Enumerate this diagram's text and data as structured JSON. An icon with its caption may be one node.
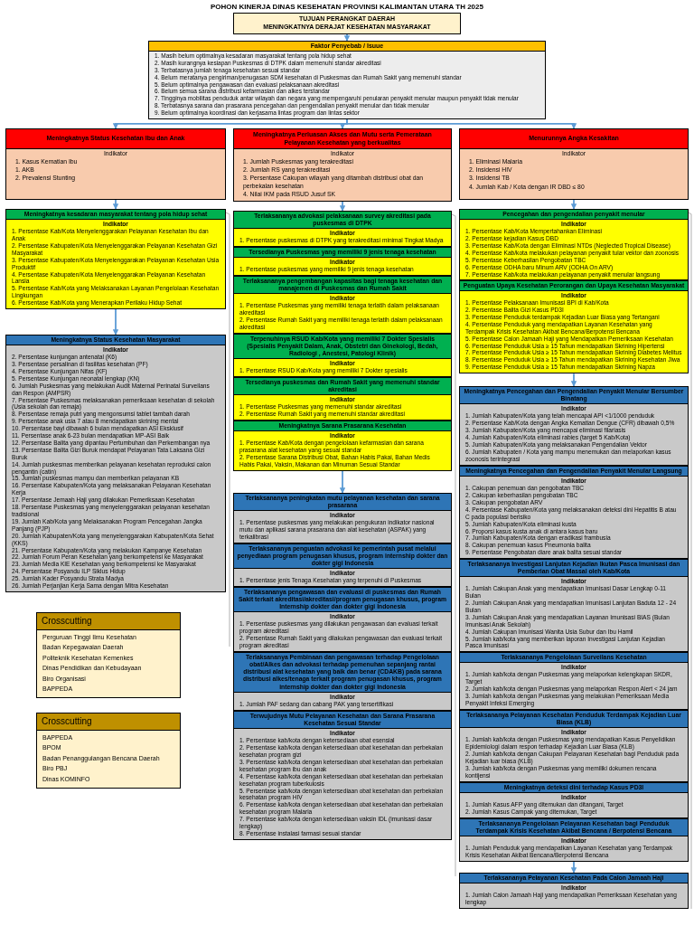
{
  "diagram": {
    "title": "POHON KINERJA DINAS KESEHATAN PROVINSI KALIMANTAN UTARA TH 2025",
    "nodes": [
      {
        "text": [
          "TUJUAN PERANGKAT DAERAH",
          "MENINGKATNYA DERAJAT KESEHATAN MASYARAKAT"
        ]
      },
      {
        "text": [
          "Faktor Penyebab / Isuue",
          "1. Masih belum optimalnya kesadaran masyarakat tentang pola hidup sehat",
          "2. Masih kurangnya kesiapan Puskesmas di DTPK dalam memenuhi standar akreditasi",
          "3. Terbatasnya jumlah tenaga kesehatan sesuai standar",
          "4. Belum meratanya pengiriman/penugasan SDM kesehatan di Puskesmas dan Rumah Sakit yang memenuhi standar",
          "5. Belum optimalnya pengawasan dan evaluasi pelaksanaan akreditasi",
          "6. Belum semua sarana distribusi kefarmasian dan alkes terstandar",
          "7. Tingginya mobilitas penduduk antar wilayah dan negara yang mempengaruhi penularan penyakit menular maupun penyakit tidak menular",
          "8. Terbatasnya sarana dan prasarana pencegahan dan pengendalian penyakit menular dan tidak menular",
          "9. Belum optimalnya koordinasi dan kerjasama lintas program dan lintas sektor"
        ]
      },
      {
        "text": [
          "Meningkatnya Status Kesehatan Ibu dan Anak",
          "Indikator",
          "1. Kasus Kematian Ibu",
          "1. AKB",
          "2. Prevalensi Stunting"
        ]
      },
      {
        "text": [
          "Meningkatnya Perluasan Akses dan Mutu serta Pemerataan Pelayanan Kesehatan yang berkualitas",
          "Indikator",
          "1. Jumlah Puskesmas yang terakreditasi",
          "2. Jumlah RS yang terakreditasi",
          "3. Persentase Cakupan wilayah yang ditambah distribusi obat dan perbekalan kesehatan",
          "4. Nilai IKM pada RSUD Jusuf SK"
        ]
      },
      {
        "text": [
          "Menurunnya Angka Kesakitan",
          "Indikator",
          "1. Eliminasi Malaria",
          "2. Insidensi HIV",
          "3. Insidensi TB",
          "4. Jumlah Kab / Kota dengan IR DBD ≤ 80"
        ]
      },
      {
        "text": [
          "Meningkatnya kesadaran masyarakat tentang pola hidup sehat",
          "Indikator",
          "1. Persentase Kab/Kota Menyelenggarakan Pelayanan Kesehatan Ibu dan Anak",
          "2. Persentase Kabupaten/Kota Menyelenggarakan Pelayanan Kesehatan Gizi Masyarakat",
          "3. Persentase Kabupaten/Kota Menyelenggarakan Pelayanan Kesehatan Usia Produktif",
          "4. Persentase Kabupaten/Kota Menyelenggarakan Pelayanan Kesehatan Lansia",
          "5. Persentase Kab/Kota yang Melaksanakan Layanan Pengelolaan Kesehatan Lingkungan",
          "6. Persentase Kab/Kota yang Menerapkan Perilaku Hidup Sehat"
        ]
      },
      {
        "text": [
          "Meningkatnya Status Kesehatan Masyarakat",
          "Indikator",
          "2. Persentase kunjungan antenatal (K6)",
          "3. Persentase persalinan di fasilitas kesehatan (PF)",
          "4. Persentase Kunjungan Nifas (KF)",
          "5. Persentase Kunjungan neonatal lengkap (KN)",
          "6. Jumlah Puskesmas yang melakukan Audit Maternal Perinatal Surveilans dan Respon (AMPSR)",
          "7. Persentase Puskesmas melaksanakan pemeriksaan kesehatan di sekolah (Usia sekolah dan remaja)",
          "8. Persentase remaja putri yang mengonsumsi tablet tambah darah",
          "9. Persentase anak usia 7 atau 8 mendapatkan skrining mental",
          "10. Persentase bayi dibawah 6 bulan mendapatkan ASI Eksklusif",
          "11. Persentase anak 6-23 bulan mendapatkan MP-ASI Baik",
          "12. Persentase Balita yang dipantau Pertumbuhan dan Perkembangan nya",
          "13. Persentase Balita Gizi Buruk mendapat Pelayanan Tata Laksana Gizi Buruk",
          "14. Jumlah puskesmas memberikan pelayanan kesehatan reproduksi calon pengantin (catin)",
          "15. Jumlah puskesmas mampu dan memberikan pelayanan KB",
          "16. Persentase Kabupaten/Kota yang melaksanakan Pelayanan Kesehatan Kerja",
          "17. Persentase Jemaah Haji yang dilakukan Pemeriksaan Kesehatan",
          "18. Persentase Puskesmas yang menyelenggarakan pelayanan kesehatan tradisional",
          "19. Jumlah Kab/Kota yang Melaksanakan Program Pencegahan Jangka Panjang (PJP)",
          "20. Jumlah Kabupaten/Kota yang menyelenggarakan Kabupaten/Kota Sehat (KKS)",
          "21. Persentase Kabupaten/Kota yang melakukan Kampanye Kesehatan",
          "22. Jumlah Forum Peran Kesehatan yang berkompetensi ke Masyarakat",
          "23. Jumlah Media KIE Kesehatan yang berkompetensi ke Masyarakat",
          "24. Persentase Posyandu ILP Siklus Hidup",
          "25. Jumlah Kader Posyandu Strata Madya",
          "26. Jumlah Perjanjian Kerja Sama dengan Mitra Kesehatan"
        ]
      },
      {
        "text": [
          "Crosscutting",
          "Perguruan Tinggi Ilmu Kesehatan",
          "Badan Kepegawaian Daerah",
          "Politeknik Kesehatan Kemenkes",
          "Dinas Pendidikan dan Kebudayaan",
          "Biro Organisasi",
          "BAPPEDA"
        ]
      },
      {
        "text": [
          "Terlaksananya advokasi pelaksanaan survey akreditasi pada puskesmas di DTPK",
          "Indikator",
          "1. Persentase puskesmas di DTPK yang terakreditasi minimal Tingkat Madya"
        ]
      },
      {
        "text": [
          "Tersedianya Puskesmas yang memiliki 9 jenis tenaga kesehatan",
          "Indikator",
          "1. Persentase puskesmas yang memiliki 9 jenis tenaga kesehatan"
        ]
      },
      {
        "text": [
          "Terlaksananya pengembangan kapasitas bagi tenaga kesehatan dan manajemen di Puskesmas dan Rumah Sakit",
          "Indikator",
          "1. Persentase Puskesmas yang memiliki tenaga terlatih dalam pelaksanaan akreditasi",
          "2. Persentase Rumah Sakit yang memiliki tenaga terlatih dalam pelaksanaan akreditasi"
        ]
      },
      {
        "text": [
          "Terpenuhinya RSUD Kab/Kota yang memiliki 7 Dokter Spesialis (Spesialis Penyakit Dalam, Anak, Obstetri dan Ginekologi, Bedah, Radiologi , Anestesi, Patologi Klinik)",
          "Indikator",
          "1. Persentase RSUD Kab/Kota yang memiliki 7 Dokter spesialis"
        ]
      },
      {
        "text": [
          "Tersedianya puskesmas dan Rumah Sakit yang memenuhi standar akreditasi",
          "Indikator",
          "1. Persentase Puskesmas yang memenuhi standar akreditasi",
          "2. Persentase Rumah Sakit yang memenuhi standar akreditasi"
        ]
      },
      {
        "text": [
          "Meningkatnya Sarana Prasarana Kesehatan",
          "Indikator",
          "1. Persentase Kab/Kota dengan pengelolaan kefarmasian dan sarana prasarana alat kesehatan yang sesuai standar",
          "2. Persentase Sarana Distribusi Obat, Bahan Habis Pakai, Bahan Medis Habis Pakai, Vaksin, Makanan dan Minuman Sesuai Standar"
        ]
      },
      {
        "text": [
          "Terlaksananya peningkatan mutu pelayanan kesehatan dan sarana prasarana",
          "Indikator",
          "1. Persentase puskesmas yang melakukan pengukuran indikator nasional mutu dan aplikasi sarana prasarana dan alat kesehatan (ASPAK) yang terkalibrasi"
        ]
      },
      {
        "text": [
          "Terlaksananya penguatan advokasi ke pemerintah pusat melalui penyediaan program penugasan khusus, program internship dokter dan dokter gigi Indonesia",
          "Indikator",
          "1. Persentase jenis Tenaga Kesehatan yang terpenuhi di Puskesmas"
        ]
      },
      {
        "text": [
          "Terlaksananya pengawasan dan evaluasi di puskesmas dan Rumah Sakit terkait akreditasi/akreditasi/program penugasan khusus, program Internship dokter dan dokter gigi Indonesia",
          "Indikator",
          "1. Persentase puskesmas yang dilakukan pengawasan dan evaluasi terkait program akreditasi",
          "2. Persentase Rumah Sakit yang dilakukan pengawasan dan evaluasi terkait program akreditasi"
        ]
      },
      {
        "text": [
          "Terlaksananya Pembinaan dan pengawasan terhadap Pengelolaan obat/Alkes dan advokasi terhadap pemenuhan sepanjang rantai distribusi alat kesehatan yang baik dan benar (CDAKB) pada sarana distribusi alkes/tenaga terkait program penugasan khusus, program internship dokter dan dokter gigi Indonesia",
          "Indikator",
          "1. Jumlah PAF sedang dan cabang PAK yang tersertifikasi"
        ]
      },
      {
        "text": [
          "Terwujudnya Mutu Pelayanan Kesehatan dan Sarana Prasarana Kesehatan Sesuai Standar",
          "Indikator",
          "1. Persentase kab/kota dengan ketersediaan obat esensial",
          "2. Persentase kab/kota dengan ketersediaan obat kesehatan dan perbekalan kesehatan program gizi",
          "3. Persentase kab/kota dengan ketersediaan obat kesehatan dan perbekalan kesehatan program ibu dan anak",
          "4. Persentase kab/kota dengan ketersediaan obat kesehatan dan perbekalan kesehatan program tuberkulosis",
          "5. Persentase kab/kota dengan ketersediaan obat kesehatan dan perbekalan kesehatan program HIV",
          "6. Persentase kab/kota dengan ketersediaan obat kesehatan dan perbekalan kesehatan program Malaria",
          "7. Persentase kab/kota dengan ketersediaan vaksin IDL (imunisasi dasar lengkap)",
          "8. Persentase instalasi farmasi sesuai standar"
        ]
      },
      {
        "text": [
          "Crosscutting",
          "BAPPEDA",
          "BPOM",
          "Badan Penanggulangan Bencana Daerah",
          "Biro PBJ",
          "Dinas KOMINFO"
        ]
      },
      {
        "text": [
          "Pencegahan dan pengendalian penyakit menular",
          "Indikator",
          "1. Persentase Kab/Kota Mempertahankan Eliminasi",
          "2. Persentase kejadian Kasus DBD",
          "3. Persentase Kab/Kota dengan Eliminasi NTDs (Neglected Tropical Disease)",
          "4. Persentase Kab/kota melakukan pelayanan penyakit tular vektor dan zoonosis",
          "5. Persentase Keberhasilan Pengobatan TBC",
          "6. Persentase ODHA baru Minum ARV (ODHA On ARV)",
          "7. Persentase Kab/kota melakukan pelayanan penyakit menular langsung"
        ]
      },
      {
        "text": [
          "Penguatan Upaya Kesehatan Perorangan dan Upaya Kesehatan Masyarakat",
          "Indikator",
          "1. Persentase Pelaksanaan Imunisasi BPI di Kab/Kota",
          "2. Persentase Balita Gizi Kasus PD3I",
          "3. Persentase Penduduk terdampak Kejadian Luar Biasa yang Tertangani",
          "4. Persentase Penduduk yang mendapatkan Layanan Kesehatan yang Terdampak Krisis Kesehatan Akibat Bencana/Berpotensi Bencana",
          "5. Persentase Calon Jamaah Haji yang Mendapatkan Pemeriksaan Kesehatan",
          "6. Persentase Penduduk Usia ≥ 15 Tahun mendapatkan Skrining Hipertensi",
          "7. Persentase Penduduk Usia ≥ 15 Tahun mendapatkan Skrining Diabetes Melitus",
          "8. Persentase Penduduk Usia ≥ 15 Tahun mendapatkan Skrining Kesehatan Jiwa",
          "9. Persentase Penduduk Usia ≥ 15 Tahun mendapatkan Skrining Napza"
        ]
      },
      {
        "text": [
          "Meningkatnya Pencegahan dan Pengendalian Penyakit Menular Bersumber Binatang",
          "Indikator",
          "1. Jumlah Kabupaten/Kota yang telah mencapai API <1/1000 penduduk",
          "2. Persentase Kab/Kota dengan Angka Kematian Dengue (CFR) dibawah 0,5%",
          "3. Jumlah Kabupaten/Kota yang mencapai eliminasi filariasis",
          "4. Jumlah Kabupaten/Kota eliminasi rabies (target 5 Kab/Kota)",
          "5. Jumlah Kabupaten/Kota yang melaksanakan Pengendalian Vektor",
          "6. Jumlah Kabupaten / Kota yang mampu menemukan dan melaporkan kasus zoonosis terintegrasi"
        ]
      },
      {
        "text": [
          "Meningkatnya Pencegahan dan Pengendalian Penyakit Menular Langsung",
          "Indikator",
          "1. Cakupan penemuan dan pengobatan TBC",
          "2. Cakupan keberhasilan pengobatan TBC",
          "3. Cakupan pengobatan ARV",
          "4. Persentase Kabupaten/Kota yang melaksanakan deteksi dini Hepatitis B atau C pada populasi berisiko",
          "5. Jumlah Kabupaten/Kota eliminasi kusta",
          "6. Proporsi kasus kusta anak di antara kasus baru",
          "7. Jumlah Kabupaten/Kota dengan eradikasi frambusia",
          "8. Cakupan penemuan kasus Pneumonia balita",
          "9. Persentase Pengobatan diare anak balita sesuai standar"
        ]
      },
      {
        "text": [
          "Terlaksananya Investigasi Lanjutan Kejadian Ikutan Pasca Imunisasi dan Pemberian Obat Massal oleh Kab/Kota",
          "Indikator",
          "1. Jumlah Cakupan Anak yang mendapatkan Imunisasi Dasar Lengkap 0-11 Bulan",
          "2. Jumlah Cakupan Anak yang mendapatkan Imunisasi Lanjutan Baduta 12 - 24 Bulan",
          "3. Jumlah Cakupan Anak yang mendapatkan Layanan Imunisasi BIAS (Bulan Imunisasi Anak Sekolah)",
          "4. Jumlah Cakupan Imunisasi Wanita Usia Subur dan Ibu Hamil",
          "5. Jumlah kab/kota yang memberikan laporan Investigasi Lanjutan Kejadian Pasca Imunisasi"
        ]
      },
      {
        "text": [
          "Terlaksananya Pengelolaan Surveilans Kesehatan",
          "Indikator",
          "1. Jumlah kab/kota dengan Puskesmas yang melaporkan kelengkapan SKDR, Target",
          "2. Jumlah kab/kota dengan Puskesmas yang melaporkan Respon Alert < 24 jam",
          "3. Jumlah kab/kota dengan Puskesmas yang melakukan Pemeriksaan Media Penyakit Infeksi Emerging"
        ]
      },
      {
        "text": [
          "Terlaksananya Pelayanan Kesehatan Penduduk Terdampak Kejadian Luar Biasa (KLB)",
          "Indikator",
          "1. Jumlah kab/kota dengan Puskesmas yang mendapatkan Kasus Penyelidikan Epidemiologi dalam respon terhadap Kejadian Luar Biasa (KLB)",
          "2. Jumlah kab/kota dengan Cakupan Pelayanan Kesehatan bagi Penduduk pada Kejadian luar biasa (KLB)",
          "3. Jumlah kab/kota dengan Puskesmas yang memiliki dokumen rencana kontijensi"
        ]
      },
      {
        "text": [
          "Meningkatnya deteksi dini terhadap Kasus PD3I",
          "Indikator",
          "1. Jumlah Kasus AFP yang ditemukan dan ditangani, Target",
          "2. Jumlah Kasus Campak yang ditemukan, Target"
        ]
      },
      {
        "text": [
          "Terlaksananya Pengelolaan Pelayanan Kesehatan bagi Penduduk Terdampak Krisis Kesehatan Akibat Bencana / Berpotensi Bencana",
          "Indikator",
          "1. Jumlah Penduduk yang mendapatkan Layanan Kesehatan yang Terdampak Krisis Kesehatan Akibat Bencana/Berpotensi Bencana"
        ]
      },
      {
        "text": [
          "Terlaksananya Pelayanan Kesehatan Pada Calon Jamaah Haji",
          "Indikator",
          "1. Jumlah Calon Jamaah Haji yang mendapatkan Pemeriksaan Kesehatan yang lengkap"
        ]
      }
    ],
    "edges": [
      {
        "from": 0,
        "to": 1,
        "arrow": "to"
      },
      {
        "from": 1,
        "to": 2,
        "arrow": "to"
      },
      {
        "from": 1,
        "to": 3,
        "arrow": "to"
      },
      {
        "from": 1,
        "to": 4,
        "arrow": "to"
      },
      {
        "from": 2,
        "to": 5,
        "arrow": "to"
      },
      {
        "from": 3,
        "to": 8,
        "arrow": "to"
      },
      {
        "from": 4,
        "to": 20,
        "arrow": "to"
      },
      {
        "from": 5,
        "to": 6,
        "arrow": "to"
      },
      {
        "from": 13,
        "to": 14,
        "arrow": "to"
      },
      {
        "from": 21,
        "to": 22,
        "arrow": "to"
      },
      {
        "from": 28,
        "to": 29,
        "arrow": "to"
      }
    ]
  }
}
